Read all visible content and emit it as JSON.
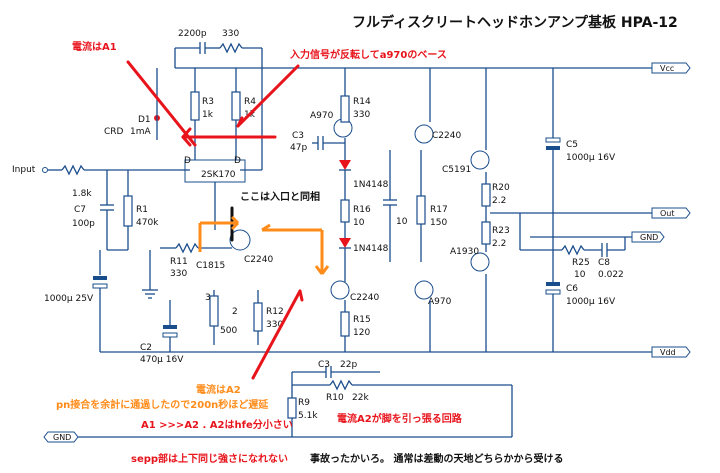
{
  "title": "フルディスクリートヘッドホンアンプ基板 HPA-12",
  "rails": {
    "vcc": "Vcc",
    "vdd": "Vdd",
    "out": "Out",
    "gnd_right": "GND",
    "gnd_left": "GND"
  },
  "input_label": "Input",
  "components": {
    "c_fb": "2200p",
    "r_fb": "330",
    "r3": "R3",
    "r3_val": "1k",
    "r4": "R4",
    "r4_val": "1k",
    "d1": "D1",
    "crd": "CRD",
    "crd_val": "1mA",
    "r_in": "1.8k",
    "c7": "C7",
    "c7_val": "100p",
    "r1": "R1",
    "r1_val": "470k",
    "q1": "2SK170",
    "d_left": "D",
    "d_right": "D",
    "a970_top": "A970",
    "r14": "R14",
    "r14_val": "330",
    "c3": "C3",
    "c3_val": "47p",
    "d_1n4148_a": "1N4148",
    "r16": "R16",
    "r16_val": "10",
    "d_1n4148_b": "1N4148",
    "c_mid": "10",
    "r17": "R17",
    "r17_val": "150",
    "c2240_top": "C2240",
    "c5191": "C5191",
    "r20": "R20",
    "r20_val": "2.2",
    "r23": "R23",
    "r23_val": "2.2",
    "a1930": "A1930",
    "c5": "C5",
    "c5_val": "1000μ 16V",
    "c6": "C6",
    "c6_val": "1000μ 16V",
    "r25": "R25",
    "r25_val": "10",
    "c8": "C8",
    "c8_val": "0.022",
    "r11": "R11",
    "r11_val": "330",
    "c1815": "C1815",
    "c2240_mid": "C2240",
    "vr_pin": "2",
    "vr_pin3": "3",
    "vr_val": "500",
    "r12": "R12",
    "r12_val": "330",
    "c2240_low": "C2240",
    "r15": "R15",
    "r15_val": "120",
    "a970_low": "A970",
    "c_in_big": "1000μ 25V",
    "c2": "C2",
    "c2_val": "470μ 16V",
    "c3b": "C3",
    "c3b_val": "22p",
    "r10": "R10",
    "r10_val": "22k",
    "r9": "R9",
    "r9_val": "5.1k"
  },
  "annotations": {
    "current_a1": "電流はA1",
    "input_inverted": "入力信号が反転してa970のベース",
    "same_as_input": "ここは入口と同相",
    "current_a2": "電流はA2",
    "pn_delay": "pn接合を余計に通過したので200n秒ほど遅延",
    "a1_vs_a2": "A1 >>>A2 . A2はhfe分小さい",
    "a2_pulls": "電流A2が脚を引っ張る回路",
    "sepp": "sepp部は上下同じ強さになれない",
    "accident": "事故ったかいろ。 通常は差動の天地どちらかから受ける"
  },
  "colors": {
    "wire": "#1a4d8c",
    "red": "#e8141c",
    "orange": "#ff8c1a",
    "black": "#111111"
  }
}
